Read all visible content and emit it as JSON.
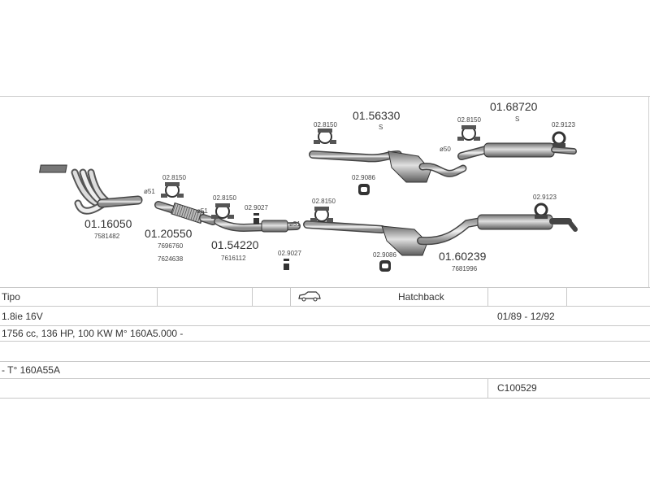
{
  "diagram": {
    "assemblies": {
      "a_16050": {
        "number": "01.16050",
        "ref": "7581482"
      },
      "a_20550": {
        "number": "01.20550",
        "ref1": "7696760",
        "ref2": "7624638"
      },
      "a_54220": {
        "number": "01.54220",
        "ref": "7616112"
      },
      "a_56330": {
        "number": "01.56330",
        "suffix": "S"
      },
      "a_68720": {
        "number": "01.68720",
        "suffix": "S"
      },
      "a_60239": {
        "number": "01.60239",
        "ref": "7681996"
      }
    },
    "fittings": {
      "clamp_1": "02.8150",
      "clamp_2": "02.8150",
      "clamp_3": "02.8150",
      "clamp_4": "02.8150",
      "clamp_5": "02.8150",
      "hanger_1": "02.9027",
      "hanger_2": "02.9027",
      "ring_1": "02.9086",
      "ring_2": "02.9086",
      "end_1": "02.9123",
      "end_2": "02.9123"
    },
    "diameters": {
      "d1": "ø51",
      "d2": "ø51",
      "d3": "ø51",
      "d4": "ø50"
    }
  },
  "info_table": {
    "row1": {
      "model": "Tipo",
      "body": "Hatchback"
    },
    "row2": {
      "engine": "1.8ie 16V",
      "period": "01/89 - 12/92"
    },
    "row3": {
      "spec": "1756 cc, 136 HP, 100 KW M° 160A5.000 -"
    },
    "row4": {
      "note": "- T° 160A55A"
    },
    "row5": {
      "code": "C100529"
    }
  },
  "icons": {
    "body_type": "car-side-icon"
  }
}
